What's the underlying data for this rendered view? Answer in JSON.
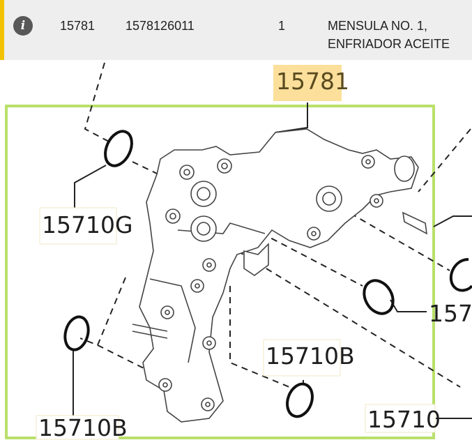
{
  "part_row": {
    "icon": "info-icon",
    "callout": "15781",
    "part_number": "1578126011",
    "quantity": "1",
    "description_line1": "MENSULA NO. 1,",
    "description_line2": "ENFRIADOR ACEITE"
  },
  "diagram": {
    "labels": {
      "main": "15781",
      "oring_g": "15710G",
      "oring_b_center": "15710B",
      "oring_b_left": "15710B",
      "right_partial_1": "157",
      "right_partial_2": "15710"
    },
    "highlight_color": "#fbd98a",
    "frame_color": "#b9e06a"
  }
}
